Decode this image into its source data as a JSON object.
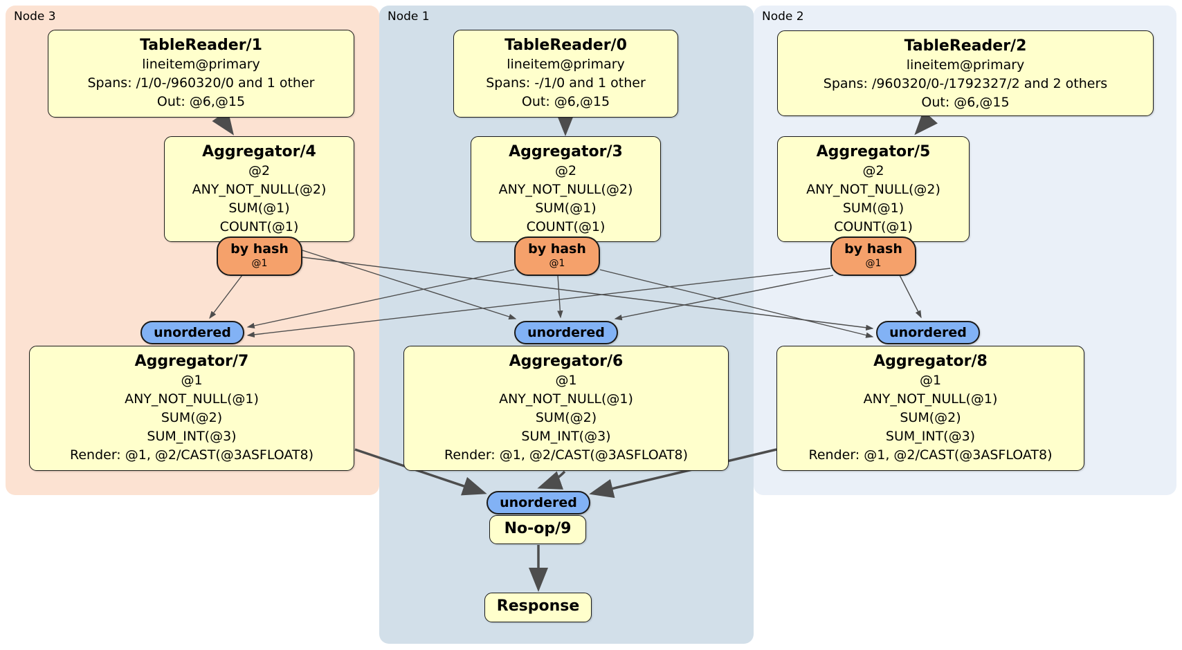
{
  "regions": [
    {
      "label": "Node 3"
    },
    {
      "label": "Node 1"
    },
    {
      "label": "Node 2"
    }
  ],
  "boxes": {
    "tr1": {
      "title": "TableReader/1",
      "lines": [
        "lineitem@primary",
        "Spans: /1/0-/960320/0 and 1 other",
        "Out: @6,@15"
      ]
    },
    "tr0": {
      "title": "TableReader/0",
      "lines": [
        "lineitem@primary",
        "Spans: -/1/0 and 1 other",
        "Out: @6,@15"
      ]
    },
    "tr2": {
      "title": "TableReader/2",
      "lines": [
        "lineitem@primary",
        "Spans: /960320/0-/1792327/2 and 2 others",
        "Out: @6,@15"
      ]
    },
    "agg4": {
      "title": "Aggregator/4",
      "lines": [
        "@2",
        "ANY_NOT_NULL(@2)",
        "SUM(@1)",
        "COUNT(@1)"
      ]
    },
    "agg3": {
      "title": "Aggregator/3",
      "lines": [
        "@2",
        "ANY_NOT_NULL(@2)",
        "SUM(@1)",
        "COUNT(@1)"
      ]
    },
    "agg5": {
      "title": "Aggregator/5",
      "lines": [
        "@2",
        "ANY_NOT_NULL(@2)",
        "SUM(@1)",
        "COUNT(@1)"
      ]
    },
    "agg7": {
      "title": "Aggregator/7",
      "lines": [
        "@1",
        "ANY_NOT_NULL(@1)",
        "SUM(@2)",
        "SUM_INT(@3)",
        "Render: @1, @2/CAST(@3ASFLOAT8)"
      ]
    },
    "agg6": {
      "title": "Aggregator/6",
      "lines": [
        "@1",
        "ANY_NOT_NULL(@1)",
        "SUM(@2)",
        "SUM_INT(@3)",
        "Render: @1, @2/CAST(@3ASFLOAT8)"
      ]
    },
    "agg8": {
      "title": "Aggregator/8",
      "lines": [
        "@1",
        "ANY_NOT_NULL(@1)",
        "SUM(@2)",
        "SUM_INT(@3)",
        "Render: @1, @2/CAST(@3ASFLOAT8)"
      ]
    },
    "noop": {
      "title": "No-op/9"
    },
    "response": {
      "title": "Response"
    }
  },
  "routers": {
    "by_hash": {
      "label": "by hash",
      "detail": "@1"
    },
    "sync": {
      "label": "unordered"
    }
  },
  "colors": {
    "node3_bg": "#fce2d2",
    "node1_bg": "#d2dfe9",
    "node2_bg": "#eaf0f8",
    "box_bg": "#ffffcc",
    "box_border": "#1a1a1a",
    "hash_router_bg": "#f5a16b",
    "unordered_sync_bg": "#82b2f5",
    "edge": "#4d4d4d"
  }
}
